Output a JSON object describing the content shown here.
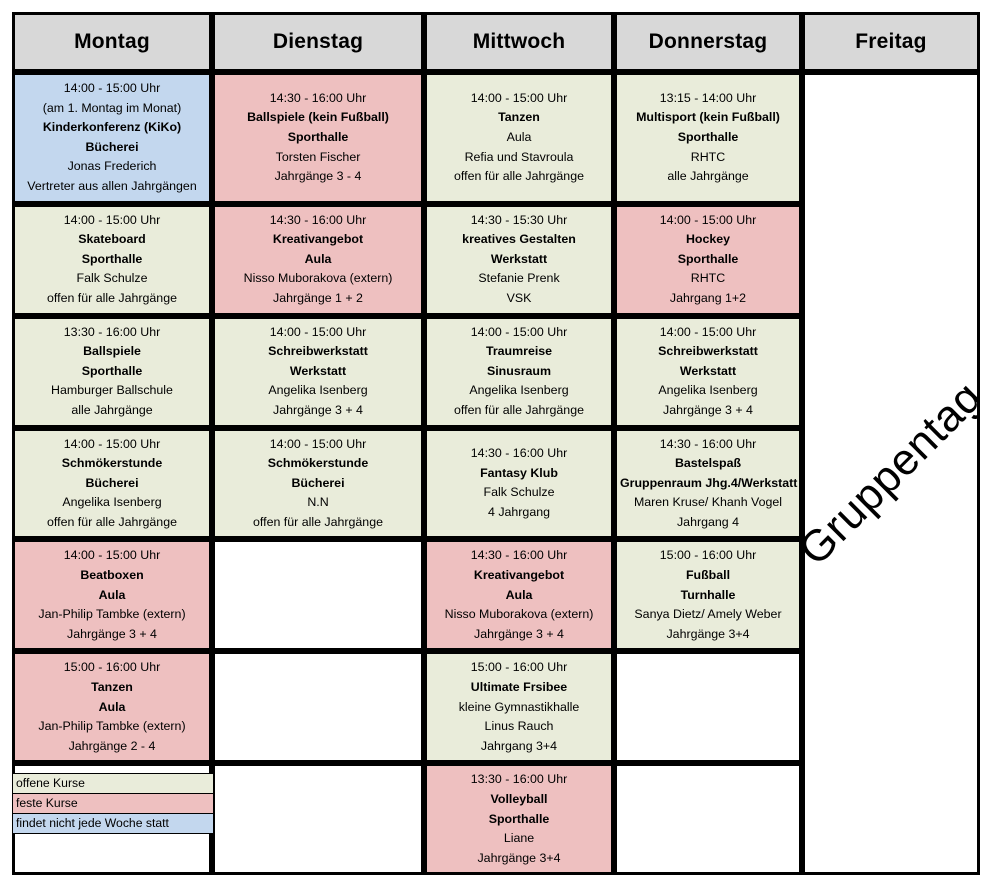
{
  "headers": [
    {
      "label": "Montag"
    },
    {
      "label": "Dienstag"
    },
    {
      "label": "Mittwoch"
    },
    {
      "label": "Donnerstag"
    },
    {
      "label": "Freitag"
    }
  ],
  "freitag": {
    "label": "Gruppentag"
  },
  "colors": {
    "open": "#e9ecda",
    "fest": "#eec0c0",
    "selten": "#c3d7ee",
    "header": "#d8d8d8",
    "border": "#000000",
    "empty": "#ffffff"
  },
  "legend": [
    {
      "label": "offene Kurse",
      "type": "open"
    },
    {
      "label": "feste Kurse",
      "type": "fest"
    },
    {
      "label": "findet nicht jede Woche statt",
      "type": "selten"
    }
  ],
  "rows": [
    {
      "montag": {
        "type": "selten",
        "lines": [
          "14:00 - 15:00 Uhr",
          "(am 1. Montag im Monat)",
          "Kinderkonferenz (KiKo)",
          "Bücherei",
          "Jonas Frederich",
          "Vertreter aus allen Jahrgängen"
        ],
        "bold": [
          false,
          false,
          true,
          true,
          false,
          false
        ]
      },
      "dienstag": {
        "type": "fest",
        "lines": [
          "14:30 - 16:00 Uhr",
          "Ballspiele (kein Fußball)",
          "Sporthalle",
          "Torsten Fischer",
          "Jahrgänge 3 - 4"
        ],
        "bold": [
          false,
          true,
          true,
          false,
          false
        ]
      },
      "mittwoch": {
        "type": "open",
        "lines": [
          "14:00 - 15:00 Uhr",
          "Tanzen",
          "Aula",
          "Refia und Stavroula",
          "offen für alle Jahrgänge"
        ],
        "bold": [
          false,
          true,
          false,
          false,
          false
        ]
      },
      "donnerstag": {
        "type": "open",
        "lines": [
          "13:15 - 14:00 Uhr",
          "Multisport (kein Fußball)",
          "Sporthalle",
          "RHTC",
          "alle Jahrgänge"
        ],
        "bold": [
          false,
          true,
          true,
          false,
          false
        ]
      }
    },
    {
      "montag": {
        "type": "open",
        "lines": [
          "14:00 - 15:00 Uhr",
          "Skateboard",
          "Sporthalle",
          "Falk Schulze",
          "offen für alle Jahrgänge"
        ],
        "bold": [
          false,
          true,
          true,
          false,
          false
        ]
      },
      "dienstag": {
        "type": "fest",
        "lines": [
          "14:30 - 16:00 Uhr",
          "Kreativangebot",
          "Aula",
          "Nisso Muborakova (extern)",
          "Jahrgänge 1 + 2"
        ],
        "bold": [
          false,
          true,
          true,
          false,
          false
        ]
      },
      "mittwoch": {
        "type": "open",
        "lines": [
          "14:30 - 15:30 Uhr",
          "kreatives Gestalten",
          "Werkstatt",
          "Stefanie Prenk",
          "VSK"
        ],
        "bold": [
          false,
          true,
          true,
          false,
          false
        ]
      },
      "donnerstag": {
        "type": "fest",
        "lines": [
          "14:00 - 15:00 Uhr",
          "Hockey",
          "Sporthalle",
          "RHTC",
          "Jahrgang 1+2"
        ],
        "bold": [
          false,
          true,
          true,
          false,
          false
        ]
      }
    },
    {
      "montag": {
        "type": "open",
        "lines": [
          "13:30 - 16:00 Uhr",
          "Ballspiele",
          "Sporthalle",
          "Hamburger Ballschule",
          "alle Jahrgänge"
        ],
        "bold": [
          false,
          true,
          true,
          false,
          false
        ]
      },
      "dienstag": {
        "type": "open",
        "lines": [
          "14:00 - 15:00 Uhr",
          "Schreibwerkstatt",
          "Werkstatt",
          "Angelika Isenberg",
          "Jahrgänge 3 + 4"
        ],
        "bold": [
          false,
          true,
          true,
          false,
          false
        ]
      },
      "mittwoch": {
        "type": "open",
        "lines": [
          "14:00 - 15:00 Uhr",
          "Traumreise",
          "Sinusraum",
          "Angelika Isenberg",
          "offen für alle Jahrgänge"
        ],
        "bold": [
          false,
          true,
          true,
          false,
          false
        ]
      },
      "donnerstag": {
        "type": "open",
        "lines": [
          "14:00 - 15:00 Uhr",
          "Schreibwerkstatt",
          "Werkstatt",
          "Angelika Isenberg",
          "Jahrgänge 3 + 4"
        ],
        "bold": [
          false,
          true,
          true,
          false,
          false
        ]
      }
    },
    {
      "montag": {
        "type": "open",
        "lines": [
          "14:00 - 15:00 Uhr",
          "Schmökerstunde",
          "Bücherei",
          "Angelika Isenberg",
          "offen für alle Jahrgänge"
        ],
        "bold": [
          false,
          true,
          true,
          false,
          false
        ]
      },
      "dienstag": {
        "type": "open",
        "lines": [
          "14:00 - 15:00 Uhr",
          "Schmökerstunde",
          "Bücherei",
          "N.N",
          "offen für alle Jahrgänge"
        ],
        "bold": [
          false,
          true,
          true,
          false,
          false
        ]
      },
      "mittwoch": {
        "type": "open",
        "lines": [
          "14:30 - 16:00 Uhr",
          "Fantasy Klub",
          "Falk Schulze",
          "4 Jahrgang"
        ],
        "bold": [
          false,
          true,
          false,
          false
        ]
      },
      "donnerstag": {
        "type": "open",
        "lines": [
          "14:30 - 16:00 Uhr",
          "Bastelspaß",
          "Gruppenraum Jhg.4/Werkstatt",
          "Maren Kruse/ Khanh Vogel",
          "Jahrgang 4"
        ],
        "bold": [
          false,
          true,
          true,
          false,
          false
        ]
      }
    },
    {
      "montag": {
        "type": "fest",
        "lines": [
          "14:00 - 15:00 Uhr",
          "Beatboxen",
          "Aula",
          "Jan-Philip Tambke (extern)",
          "Jahrgänge 3 + 4"
        ],
        "bold": [
          false,
          true,
          true,
          false,
          false
        ]
      },
      "dienstag": {
        "type": "empty",
        "lines": [],
        "bold": []
      },
      "mittwoch": {
        "type": "fest",
        "lines": [
          "14:30 - 16:00 Uhr",
          "Kreativangebot",
          "Aula",
          "Nisso Muborakova (extern)",
          "Jahrgänge 3 + 4"
        ],
        "bold": [
          false,
          true,
          true,
          false,
          false
        ]
      },
      "donnerstag": {
        "type": "open",
        "lines": [
          "15:00 - 16:00 Uhr",
          "Fußball",
          "Turnhalle",
          "Sanya Dietz/ Amely Weber",
          "Jahrgänge 3+4"
        ],
        "bold": [
          false,
          true,
          true,
          false,
          false
        ]
      }
    },
    {
      "montag": {
        "type": "fest",
        "lines": [
          "15:00 - 16:00 Uhr",
          "Tanzen",
          "Aula",
          "Jan-Philip Tambke (extern)",
          "Jahrgänge 2 - 4"
        ],
        "bold": [
          false,
          true,
          true,
          false,
          false
        ]
      },
      "dienstag": {
        "type": "empty",
        "lines": [],
        "bold": []
      },
      "mittwoch": {
        "type": "open",
        "lines": [
          "15:00 - 16:00 Uhr",
          "Ultimate Frsibee",
          "kleine Gymnastikhalle",
          "Linus Rauch",
          "Jahrgang 3+4"
        ],
        "bold": [
          false,
          true,
          false,
          false,
          false
        ]
      },
      "donnerstag": {
        "type": "empty",
        "lines": [],
        "bold": []
      }
    },
    {
      "montag": {
        "type": "empty",
        "lines": [],
        "bold": []
      },
      "dienstag": {
        "type": "empty",
        "lines": [],
        "bold": []
      },
      "mittwoch": {
        "type": "fest",
        "lines": [
          "13:30 - 16:00 Uhr",
          "Volleyball",
          "Sporthalle",
          "Liane",
          "Jahrgänge 3+4"
        ],
        "bold": [
          false,
          true,
          true,
          false,
          false
        ]
      },
      "donnerstag": {
        "type": "empty",
        "lines": [],
        "bold": []
      }
    }
  ]
}
